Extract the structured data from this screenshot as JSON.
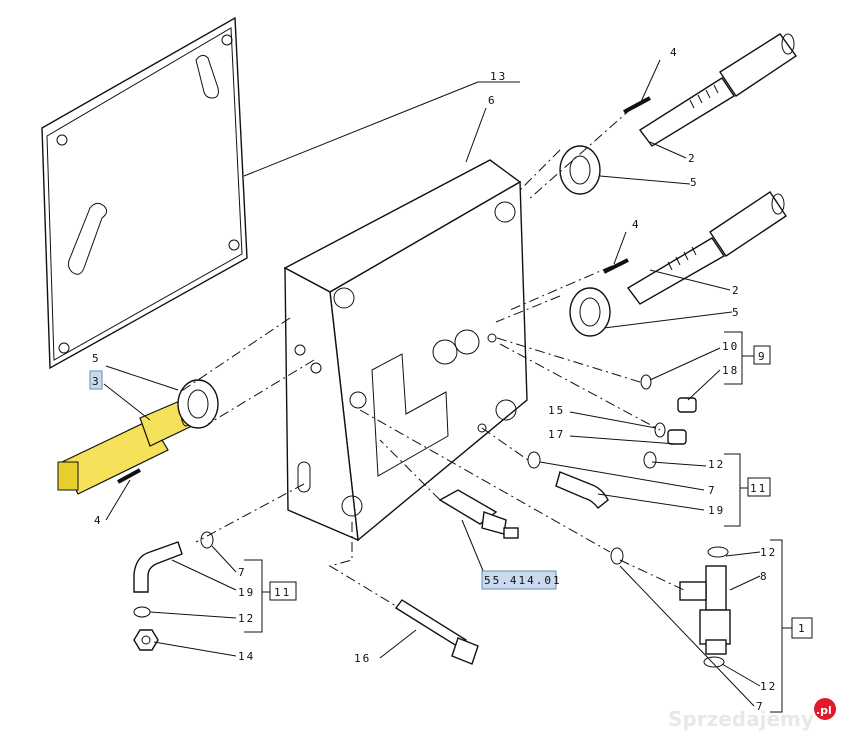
{
  "labels": {
    "l13": "13",
    "l6": "6",
    "l4a": "4",
    "l2a": "2",
    "l5a": "5",
    "l4b": "4",
    "l2b": "2",
    "l5b": "5",
    "l10": "10",
    "l18": "18",
    "l9": "9",
    "l5c": "5",
    "l3": "3",
    "l15": "15",
    "l17": "17",
    "l12a": "12",
    "l11a": "11",
    "l7a": "7",
    "l19a": "19",
    "l4c": "4",
    "l7b": "7",
    "l19b": "19",
    "l11b": "11",
    "l12b": "12",
    "l14": "14",
    "l16": "16",
    "lref": "55.414.01",
    "l12c": "12",
    "l8": "8",
    "l1": "1",
    "l12d": "12",
    "l7c": "7"
  },
  "watermark": {
    "text": "Sprzedajemy",
    "badge": ".pl"
  },
  "colors": {
    "highlight": "#f5e25a",
    "tag_bg": "#c9d9ee",
    "badge": "#e0192b"
  }
}
